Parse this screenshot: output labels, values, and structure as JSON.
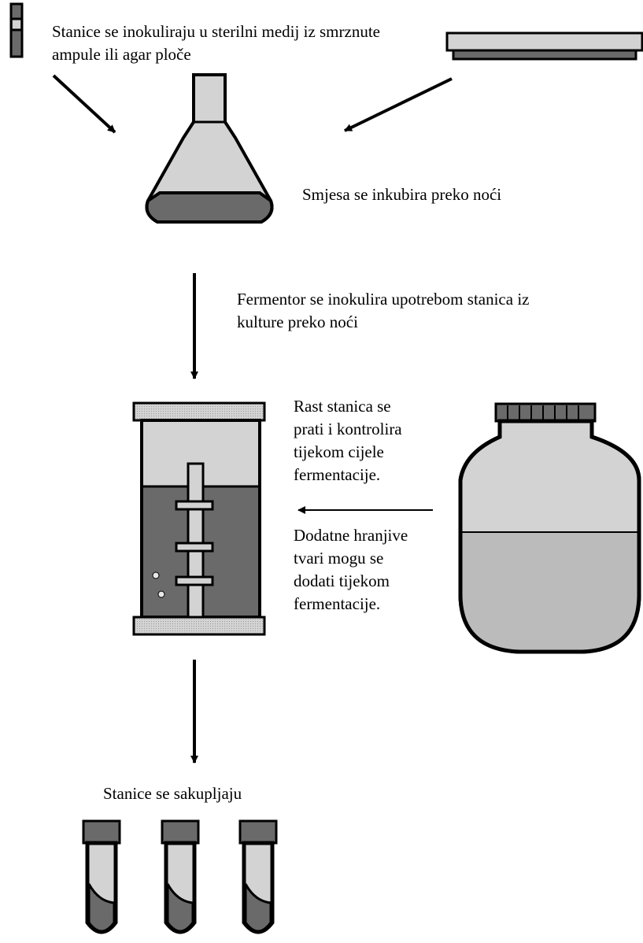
{
  "steps": {
    "inoculate": "Stanice se inokuliraju u sterilni medij iz smrznute ampule ili agar ploče",
    "inoculate_line1": "Stanice se inokuliraju u sterilni medij iz smrznute",
    "inoculate_line2": "ampule ili agar ploče",
    "incubate": "Smjesa se inkubira preko noći",
    "fermentor_line1": "Fermentor se inokulira upotrebom stanica iz",
    "fermentor_line2": "kulture preko noći",
    "monitor_line1": "Rast stanica se",
    "monitor_line2": "prati i kontrolira",
    "monitor_line3": "tijekom cijele",
    "monitor_line4": "fermentacije.",
    "nutrients_line1": "Dodatne hranjive",
    "nutrients_line2": "tvari mogu se",
    "nutrients_line3": "dodati tijekom",
    "nutrients_line4": "fermentacije.",
    "harvest": "Stanice se sakupljaju"
  },
  "colors": {
    "outline": "#000000",
    "light_fill": "#d3d3d3",
    "dark_fill": "#6a6a6a",
    "medium_fill": "#bbbbbb",
    "background": "#ffffff"
  },
  "icons": [
    "frozen-vial-icon",
    "agar-plate-icon",
    "flask-icon",
    "fermentor-icon",
    "nutrient-bottle-icon",
    "harvest-tube-icon"
  ]
}
